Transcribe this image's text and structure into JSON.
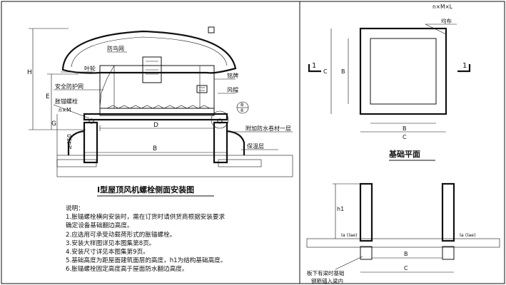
{
  "side_view": {
    "title": "Ⅰ型屋顶风机螺栓侧面安装图",
    "labels": {
      "bird_net": "防鸟网",
      "impeller": "叶轮",
      "guard_net": "安全防护网",
      "expansion_bolt": "胀锚螺栓",
      "bolt_spec": "n×M",
      "nameplate": "铭牌",
      "hood": "风帽",
      "waterproof": "附加防水卷材一层",
      "insulation": "保温层",
      "detail_bubble_top": "B",
      "detail_bubble_bottom": "8"
    },
    "dims": {
      "H": "H",
      "E": "E",
      "G": "G",
      "base_h": "≥450",
      "D": "D",
      "B": "B"
    }
  },
  "plan_view": {
    "title": "基础平面",
    "top_note": "n×M×L",
    "top_note2": "均布",
    "section_left": "1",
    "section_right": "1",
    "dims": {
      "C_top": "C",
      "B_top": "B",
      "C_left": "C",
      "B_left": "B"
    }
  },
  "section_view": {
    "h1": "h1",
    "la_left": "la (lae)",
    "la_right": "la (lae)",
    "B": "B",
    "C": "C",
    "note_line1": "板下有梁时基础",
    "note_line2": "钢筋锚入梁内"
  },
  "notes": {
    "heading": "说明：",
    "items": [
      "1.胀锚螺栓横向安装时，需在订货时请供货商根据安装要求",
      "   确定设备基础翻边高度。",
      "2.应选用可承受动载荷形式的胀锚螺栓。",
      "3.安装大样图详见本图集第8页。",
      "4.安装尺寸详见本图集第9页。",
      "5.基础高度为距屋面建筑面层的高度，h1为结构基础高度。",
      "6.胀锚螺栓固定高度高于屋面防水翻边高度。"
    ]
  }
}
